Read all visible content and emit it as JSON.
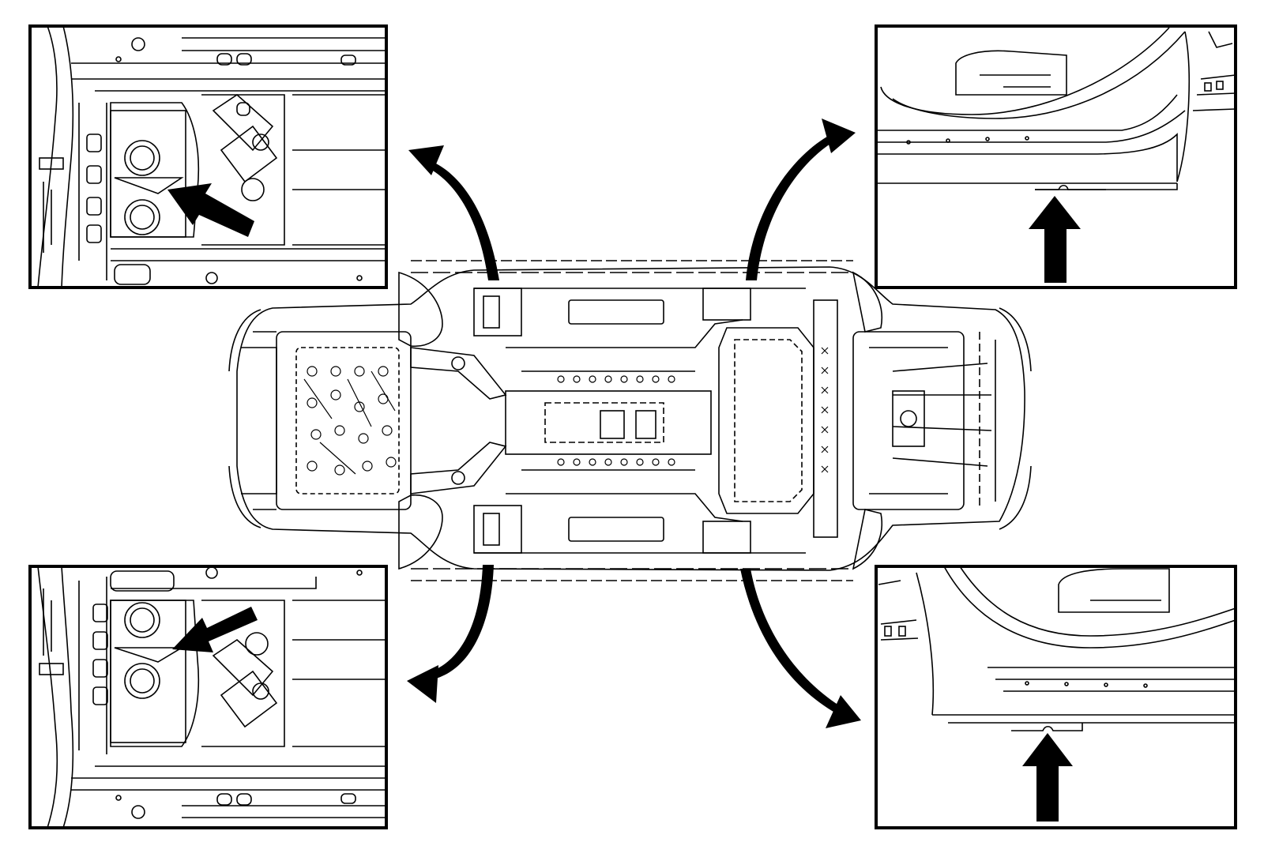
{
  "diagram": {
    "subject": "vehicle-underbody-jacking-lift-points",
    "colors": {
      "line": "#000000",
      "background": "#ffffff"
    },
    "callouts": [
      {
        "id": "front-left",
        "arrow_icon": "diagonal-arrow-icon"
      },
      {
        "id": "rear-left",
        "arrow_icon": "up-arrow-icon"
      },
      {
        "id": "front-right",
        "arrow_icon": "diagonal-arrow-icon"
      },
      {
        "id": "rear-right",
        "arrow_icon": "up-arrow-icon"
      }
    ]
  }
}
